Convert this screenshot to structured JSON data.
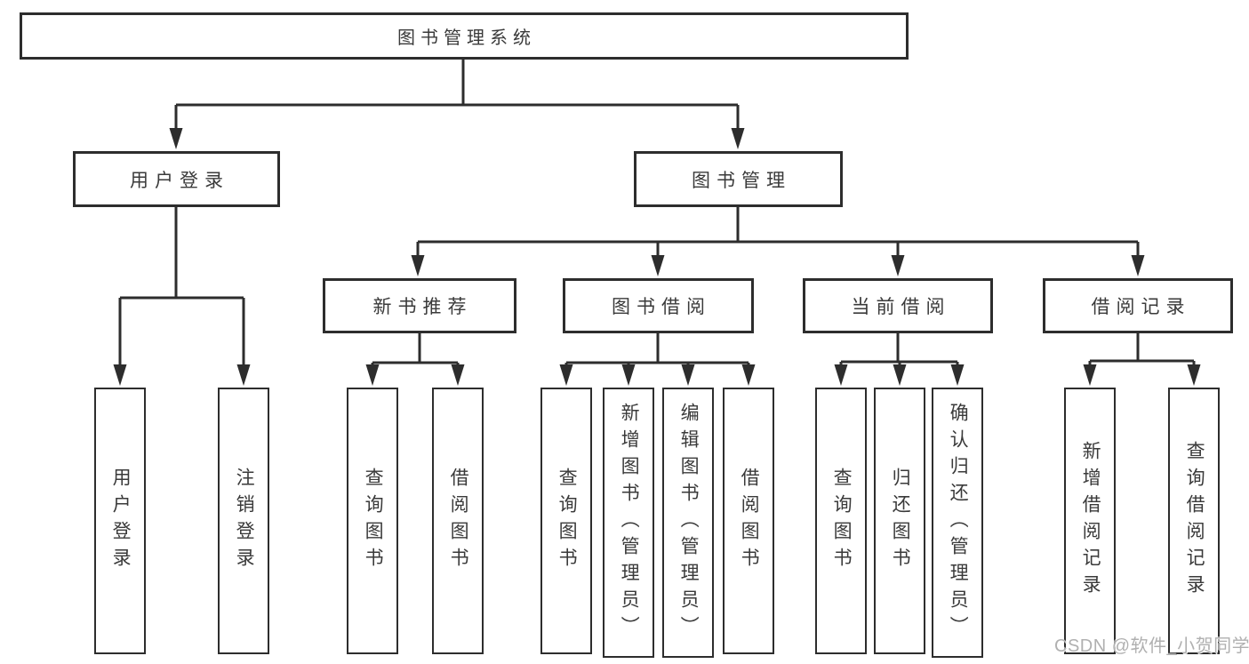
{
  "tree": {
    "label": "图书管理系统",
    "children": [
      {
        "label": "用户登录",
        "children": [
          {
            "label": "用户登录"
          },
          {
            "label": "注销登录"
          }
        ]
      },
      {
        "label": "图书管理",
        "children": [
          {
            "label": "新书推荐",
            "children": [
              {
                "label": "查询图书"
              },
              {
                "label": "借阅图书"
              }
            ]
          },
          {
            "label": "图书借阅",
            "children": [
              {
                "label": "查询图书"
              },
              {
                "label": "新增图书（管理员）"
              },
              {
                "label": "编辑图书（管理员）"
              },
              {
                "label": "借阅图书"
              }
            ]
          },
          {
            "label": "当前借阅",
            "children": [
              {
                "label": "查询图书"
              },
              {
                "label": "归还图书"
              },
              {
                "label": "确认归还（管理员）"
              }
            ]
          },
          {
            "label": "借阅记录",
            "children": [
              {
                "label": "新增借阅记录"
              },
              {
                "label": "查询借阅记录"
              }
            ]
          }
        ]
      }
    ]
  },
  "watermark": {
    "text": "CSDN @软件_小贺同学",
    "color": "#b0b0b0"
  },
  "colors": {
    "line": "#2d2d2d",
    "box_border": "#2d2d2d",
    "text": "#3a3a3a",
    "background": "#ffffff"
  }
}
